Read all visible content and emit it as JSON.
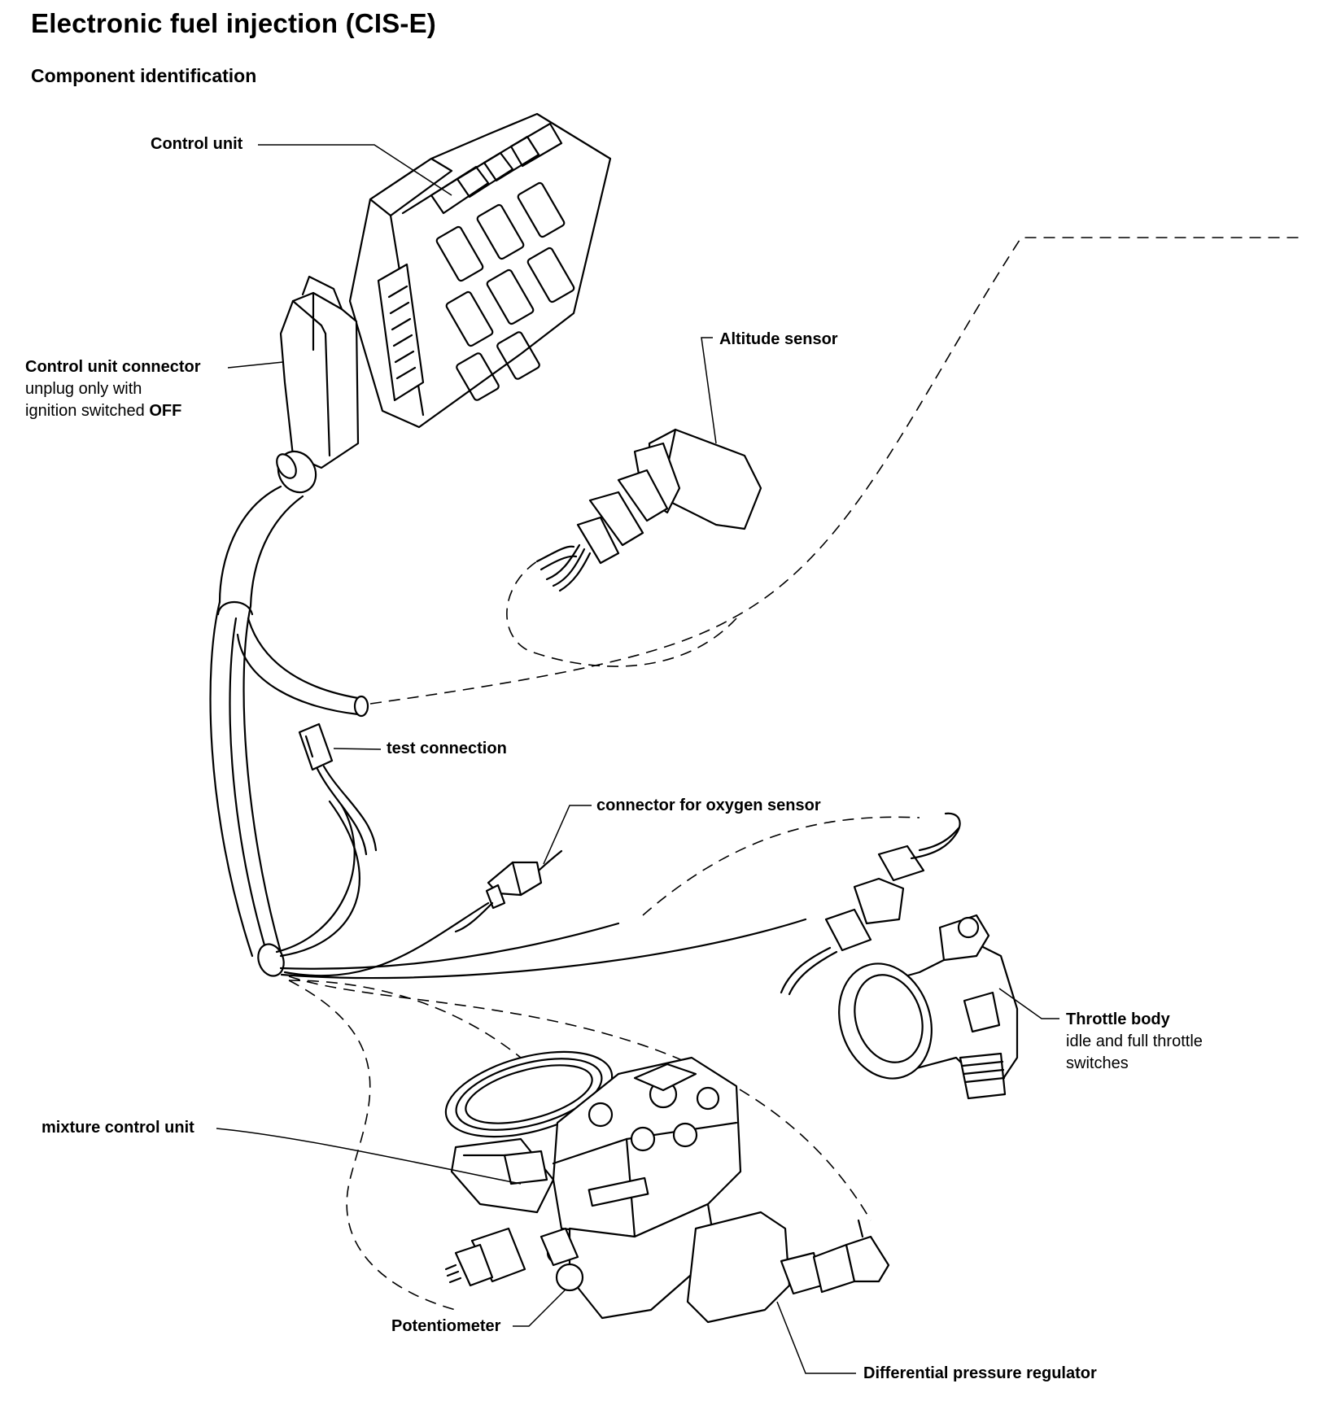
{
  "title": "Electronic fuel injection (CIS-E)",
  "subtitle": "Component identification",
  "labels": {
    "control_unit": "Control unit",
    "control_unit_connector": {
      "name": "Control unit connector",
      "note_line1": "unplug only with",
      "note_line2_prefix": "ignition switched ",
      "note_line2_emphasis": "OFF"
    },
    "altitude_sensor": "Altitude sensor",
    "test_connection": "test connection",
    "oxygen_sensor_connector": "connector for oxygen sensor",
    "throttle_body": {
      "name": "Throttle body",
      "note_line1": "idle and full throttle",
      "note_line2": "switches"
    },
    "mixture_control_unit": "mixture control unit",
    "potentiometer": "Potentiometer",
    "differential_pressure_regulator": "Differential pressure regulator"
  },
  "icons": [
    "ecu-illustration",
    "ecu-connector-illustration",
    "altitude-sensor-illustration",
    "wiring-harness-illustration",
    "test-connector-illustration",
    "oxygen-sensor-connector-illustration",
    "throttle-body-illustration",
    "mixture-control-unit-illustration",
    "potentiometer-illustration",
    "pressure-regulator-illustration"
  ]
}
